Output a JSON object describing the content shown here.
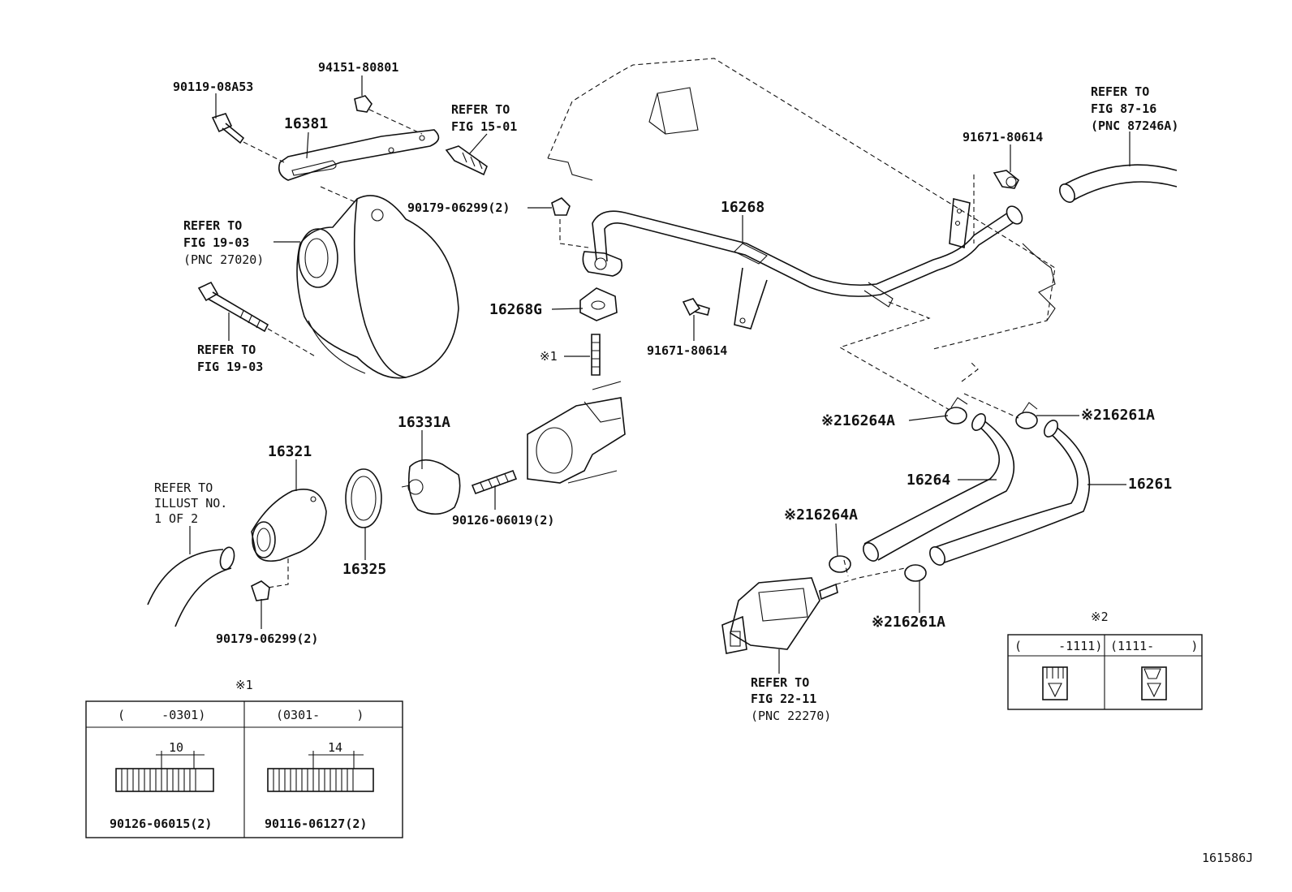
{
  "labels": {
    "p_90119": "90119-08A53",
    "p_94151": "94151-80801",
    "p_16381": "16381",
    "refer_15_01_a": "REFER TO",
    "refer_15_01_b": "FIG 15-01",
    "refer_19_03_a": "REFER TO",
    "refer_19_03_b": "FIG 19-03",
    "refer_19_03_c": "(PNC 27020)",
    "refer_19_03b_a": "REFER TO",
    "refer_19_03b_b": "FIG 19-03",
    "p_90179_top": "90179-06299(2)",
    "p_16268": "16268",
    "p_16268g": "16268G",
    "p_note1_stud": "※1",
    "p_91671_a": "91671-80614",
    "p_91671_b": "91671-80614",
    "refer_87_16_a": "REFER TO",
    "refer_87_16_b": "FIG 87-16",
    "refer_87_16_c": "(PNC 87246A)",
    "p_16331a": "16331A",
    "p_16321": "16321",
    "p_16325": "16325",
    "p_90126_06019": "90126-06019(2)",
    "refer_illust_a": "REFER TO",
    "refer_illust_b": "ILLUST NO.",
    "refer_illust_c": "1 OF 2",
    "p_90179_bottom": "90179-06299(2)",
    "p_16264a_top": "※216264A",
    "p_16261a_top": "※216261A",
    "p_16264": "16264",
    "p_16261": "16261",
    "p_16264a_mid": "※216264A",
    "p_16261a_bottom": "※216261A",
    "refer_22_11_a": "REFER TO",
    "refer_22_11_b": "FIG 22-11",
    "refer_22_11_c": "(PNC 22270)",
    "figure_id": "161586J"
  },
  "table1": {
    "mark": "※1",
    "col1_header": "(     -0301)",
    "col2_header": "(0301-     )",
    "col1_dim": "10",
    "col2_dim": "14",
    "col1_part": "90126-06015(2)",
    "col2_part": "90116-06127(2)"
  },
  "table2": {
    "mark": "※2",
    "col1_header": "(     -1111)",
    "col2_header": "(1111-     )"
  }
}
